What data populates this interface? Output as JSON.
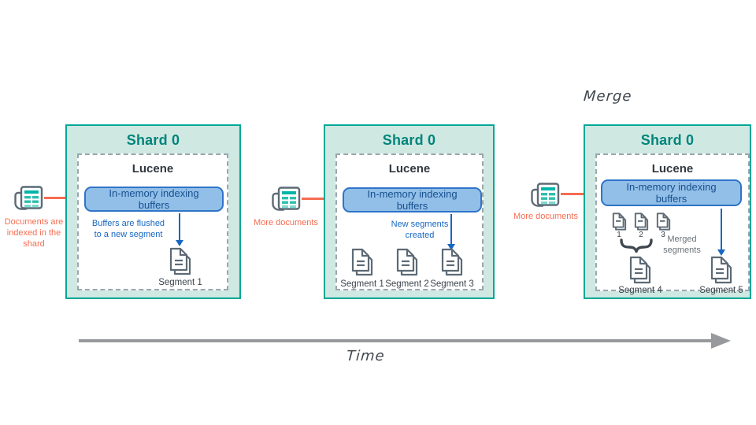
{
  "diagram_title_implicit": "Lucene segments created over time per shard, then merged",
  "merge_label": "Merge",
  "time_label": "Time",
  "inputs": [
    {
      "caption": "Documents are\nindexed in the\nshard"
    },
    {
      "caption": "More documents"
    },
    {
      "caption": "More documents"
    }
  ],
  "panels": [
    {
      "title": "Shard 0",
      "engine": "Lucene",
      "buffer_label": "In-memory indexing\nbuffers",
      "note": "Buffers are flushed\nto a new segment",
      "segments": [
        "Segment 1"
      ]
    },
    {
      "title": "Shard 0",
      "engine": "Lucene",
      "buffer_label": "In-memory indexing\nbuffers",
      "note": "New segments\ncreated",
      "segments": [
        "Segment 1",
        "Segment 2",
        "Segment 3"
      ]
    },
    {
      "title": "Shard 0",
      "engine": "Lucene",
      "buffer_label": "In-memory indexing\nbuffers",
      "merge_numbers": [
        "1",
        "2",
        "3"
      ],
      "merge_note": "Merged\nsegments",
      "merged_segment": "Segment 4",
      "flushed_segment": "Segment 5"
    }
  ],
  "icons": {
    "input_icon": "newspaper-document-icon",
    "segment_icon": "document-pages-icon",
    "brace": "curly-underbrace",
    "flow_arrow": "orange-right-arrow",
    "flush_arrow": "blue-down-arrow",
    "time_arrow": "gray-right-arrow"
  },
  "colors": {
    "panel_fill": "#cfe8e2",
    "panel_border": "#00a796",
    "panel_title": "#00857b",
    "buffer_fill": "#92bfe8",
    "buffer_border": "#2e74c8",
    "buffer_text": "#17508f",
    "note_blue": "#1767c0",
    "orange": "#f66c50",
    "icon_gray": "#5d6a75",
    "icon_teal": "#00b5a8",
    "time_gray": "#97999c",
    "handwriting": "#40474e"
  }
}
